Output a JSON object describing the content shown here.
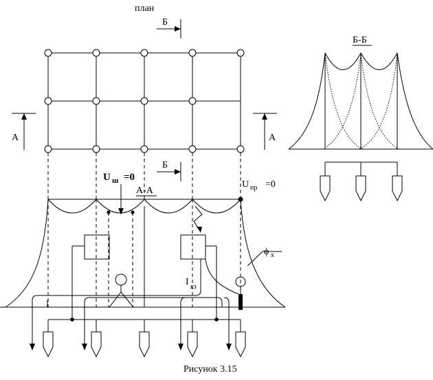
{
  "plan_label": "план",
  "section_b_label": "Б",
  "section_b_label_2": "Б",
  "section_a_left": "А",
  "section_a_right": "А",
  "section_bb_title": "Б-Б",
  "section_aa_title": "А-А",
  "u_sh_main": "U",
  "u_sh_sub": "ш",
  "u_sh_eq": "=0",
  "u_pr_main": "U",
  "u_pr_sub": "пр",
  "u_pr_eq": "=0",
  "phi_main": "ϕ",
  "phi_sub": "x",
  "i_main": "I",
  "i_sub": "кз",
  "caption": "Рисунок 3.15"
}
